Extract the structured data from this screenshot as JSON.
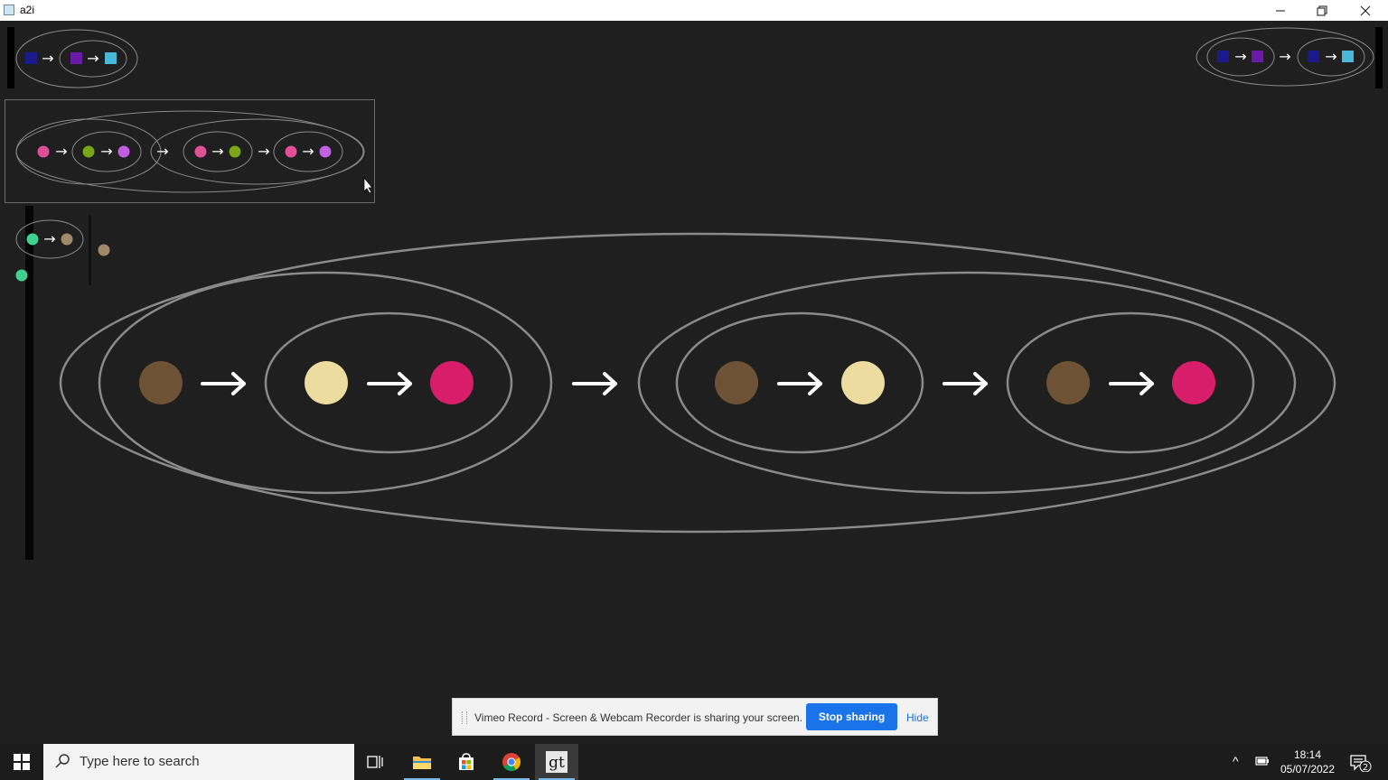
{
  "window": {
    "title": "a2i",
    "minimize_icon": "minimize-icon",
    "restore_icon": "restore-icon",
    "close_icon": "close-icon"
  },
  "canvas": {
    "arrow_glyph": "→",
    "colors": {
      "background": "#1f1f1f",
      "outline": "#8a8a8a",
      "dark_blue": "#1a1a8c",
      "purple": "#6a1aa8",
      "cyan": "#4ab8d8",
      "pink": "#e0509a",
      "green": "#7aa61a",
      "lilac": "#c060e0",
      "mint": "#40d090",
      "tan": "#a08868",
      "brown": "#6e5236",
      "cream": "#ecdca0",
      "magenta": "#d81e6a",
      "arrow": "#ffffff"
    }
  },
  "share_bar": {
    "message": "Vimeo Record - Screen & Webcam Recorder is sharing your screen.",
    "stop_label": "Stop sharing",
    "hide_label": "Hide"
  },
  "taskbar": {
    "search_placeholder": "Type here to search",
    "apps": [
      "task-view",
      "file-explorer",
      "microsoft-store",
      "chrome",
      "glamorous-toolkit"
    ],
    "time": "18:14",
    "date": "05/07/2022",
    "notification_count": "2"
  }
}
